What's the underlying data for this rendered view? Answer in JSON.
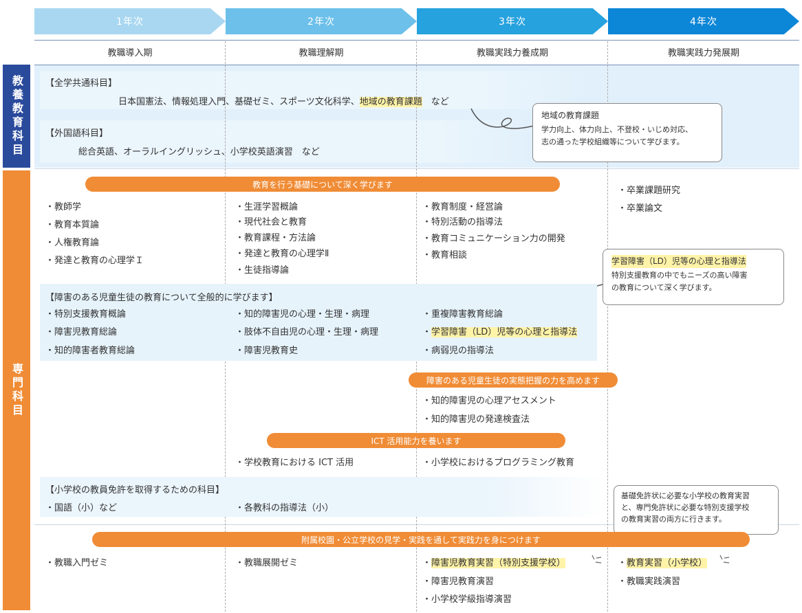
{
  "years": [
    "1年次",
    "2年次",
    "3年次",
    "4年次"
  ],
  "periods": [
    "教職導入期",
    "教職理解期",
    "教職実践力養成期",
    "教職実践力発展期"
  ],
  "sidebars": {
    "general": "教養教育科目",
    "specialized": "専門科目"
  },
  "general": {
    "common_heading": "【全学共通科目】",
    "common_text": "日本国憲法、情報処理入門、基礎ゼミ、スポーツ文化科学、",
    "common_highlight": "地域の教育課題",
    "common_suffix": "など",
    "foreign_heading": "【外国語科目】",
    "foreign_text": "総合英語、オーラルイングリッシュ、小学校英語演習　など",
    "callout": {
      "title": "地域の教育課題",
      "line1": "学力向上、体力向上、不登校・いじめ対応、",
      "line2": "志の通った学校組織等について学びます。"
    }
  },
  "specialized": {
    "pill1": "教育を行う基礎について深く学びます",
    "y1": [
      "・教師学",
      "・教育本質論",
      "・人権教育論",
      "・発達と教育の心理学Ｉ"
    ],
    "y2": [
      "・生涯学習概論",
      "・現代社会と教育",
      "・教育課程・方法論",
      "・発達と教育の心理学Ⅱ",
      "・生徒指導論"
    ],
    "y3": [
      "・教育制度・経営論",
      "・特別活動の指導法",
      "・教育コミュニケーション力の開発",
      "・教育相談"
    ],
    "y4": [
      "・卒業課題研究",
      "・卒業論文"
    ],
    "callout_ld": {
      "title": "学習障害（LD）児等の心理と指導法",
      "line1": "特別支援教育の中でもニーズの高い障害",
      "line2": "の教育について深く学びます。"
    },
    "sped_heading": "【障害のある児童生徒の教育について全般的に学びます】",
    "sped_y1": [
      "・特別支援教育概論",
      "・障害児教育総論",
      "・知的障害者教育総論"
    ],
    "sped_y2": [
      "・知的障害児の心理・生理・病理",
      "・肢体不自由児の心理・生理・病理",
      "・障害児教育史"
    ],
    "sped_y3_1": "・重複障害教育総論",
    "sped_y3_2_prefix": "・",
    "sped_y3_2_hl": "学習障害（LD）児等の心理と指導法",
    "sped_y3_3": "・病弱児の指導法",
    "pill2": "障害のある児童生徒の実態把握の力を高めます",
    "assess": [
      "・知的障害児の心理アセスメント",
      "・知的障害児の発達検査法"
    ],
    "pill3": "ICT 活用能力を養います",
    "ict_y2": "・学校教育における ICT 活用",
    "ict_y3": "・小学校におけるプログラミング教育",
    "elem_heading": "【小学校の教員免許を取得するための科目】",
    "elem_y1": "・国語（小）など",
    "elem_y2": "・各教科の指導法（小）",
    "callout_practice": {
      "line1": "基礎免許状に必要な小学校の教育実習",
      "line2": "と、専門免許状に必要な特別支援学校",
      "line3": "の教育実習の両方に行きます。"
    },
    "pill4": "附属校園・公立学校の見学・実践を通して実践力を身につけます",
    "prac_y1": "・教職入門ゼミ",
    "prac_y2": "・教職展開ゼミ",
    "prac_y3_prefix": "・",
    "prac_y3_hl": "障害児教育実習（特別支援学校）",
    "prac_y3": [
      "・障害児教育演習",
      "・小学校学級指導演習"
    ],
    "prac_y4_prefix": "・",
    "prac_y4_hl": "教育実習（小学校）",
    "prac_y4": "・教職実践演習"
  },
  "colors": {
    "navy": "#2a4a9c",
    "orange": "#f08c36",
    "highlight": "#fff3a8"
  }
}
